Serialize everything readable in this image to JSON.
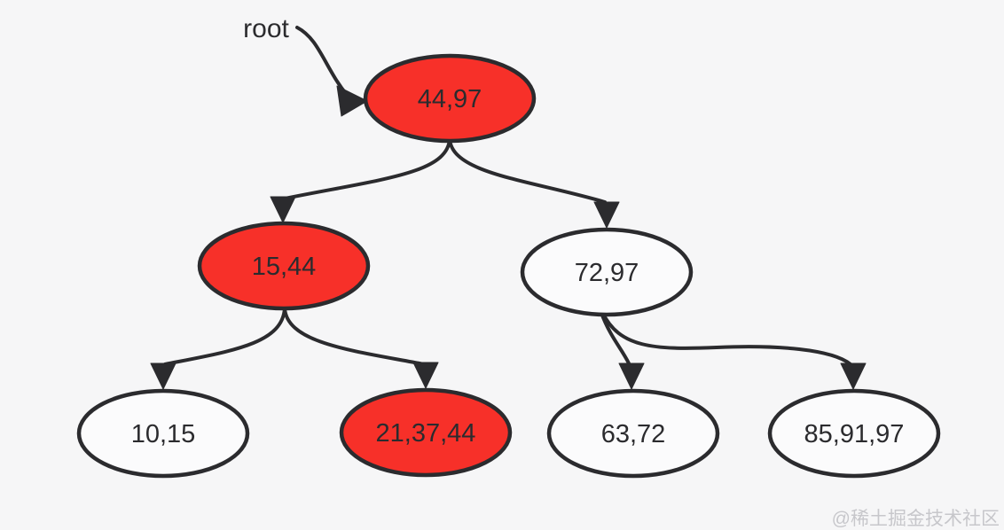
{
  "diagram": {
    "pointer": {
      "label": "root"
    },
    "nodes": {
      "root": {
        "label": "44,97",
        "fill": "#f73029"
      },
      "left": {
        "label": "15,44",
        "fill": "#f73029"
      },
      "right": {
        "label": "72,97",
        "fill": "#fbfbfc"
      },
      "left_left": {
        "label": "10,15",
        "fill": "#fbfbfc"
      },
      "left_right": {
        "label": "21,37,44",
        "fill": "#f73029"
      },
      "right_left": {
        "label": "63,72",
        "fill": "#fbfbfc"
      },
      "right_right": {
        "label": "85,91,97",
        "fill": "#fbfbfc"
      }
    },
    "colors": {
      "background": "#f6f6f7",
      "stroke": "#2b2b2e",
      "node_red": "#f73029",
      "node_white": "#fbfbfc",
      "watermark": "#c7c7cb"
    }
  },
  "watermark": {
    "text": "@稀土掘金技术社区"
  }
}
